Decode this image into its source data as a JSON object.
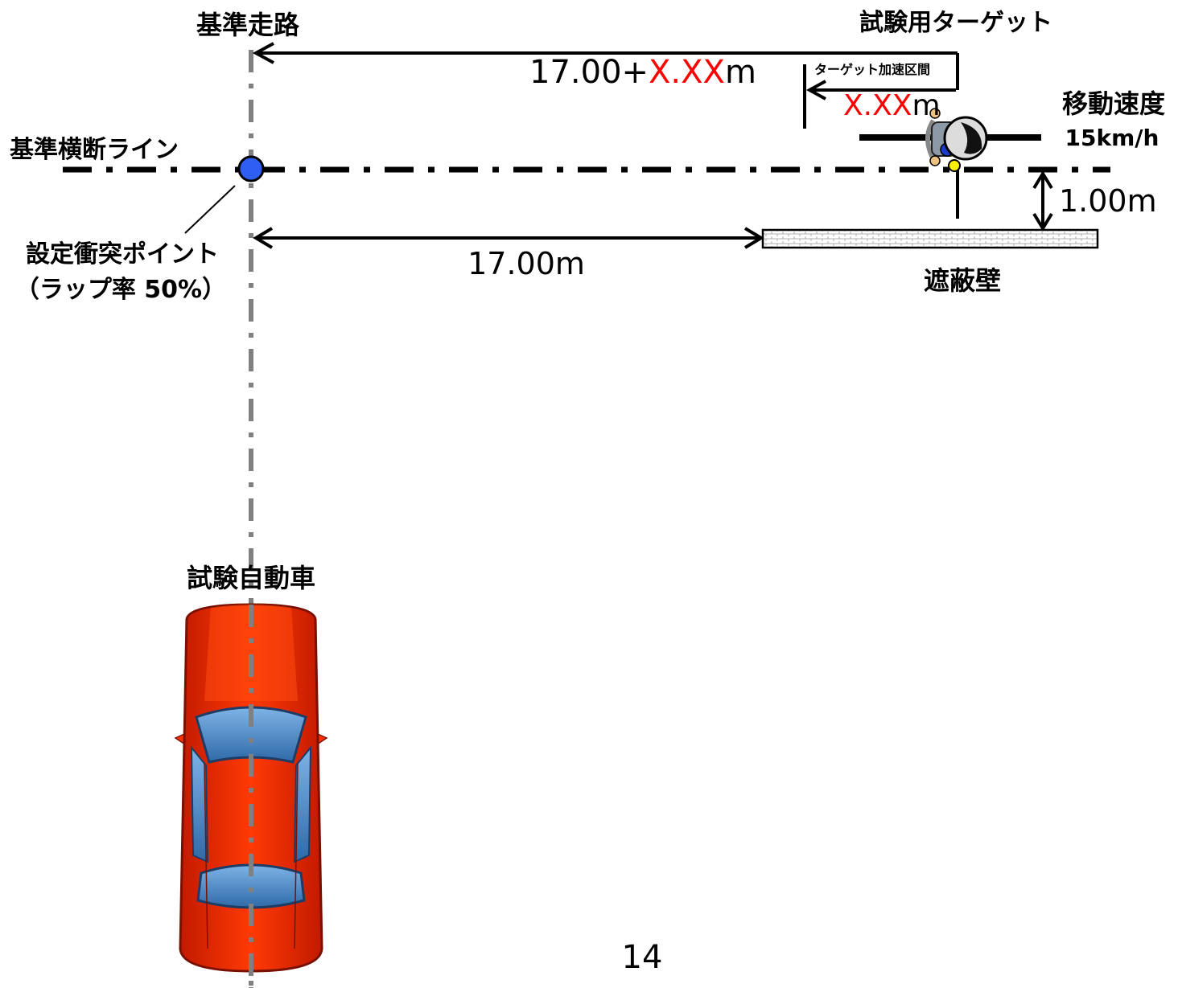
{
  "labels": {
    "reference_path": "基準走路",
    "test_target": "試験用ターゲット",
    "reference_crossing_line": "基準横断ライン",
    "collision_point_line1": "設定衝突ポイント",
    "collision_point_line2": "（ラップ率 50%）",
    "moving_speed_title": "移動速度",
    "moving_speed_value": "15km/h",
    "wall": "遮蔽壁",
    "test_vehicle": "試験自動車",
    "accel_section": "ターゲット加速区間",
    "page_number": "14"
  },
  "dimensions": {
    "top_prefix": "17.00+",
    "top_variable": "X.XX",
    "top_unit": "m",
    "accel_variable": "X.XX",
    "accel_unit": "m",
    "lateral_offset": "1.00m",
    "wall_distance": "17.00m"
  },
  "colors": {
    "collision_point": "#2f5ff2",
    "vehicle_body": "#ff3300",
    "vehicle_glass": "#4a86c8",
    "variable_text": "#ff0000",
    "path_line": "#808080"
  }
}
